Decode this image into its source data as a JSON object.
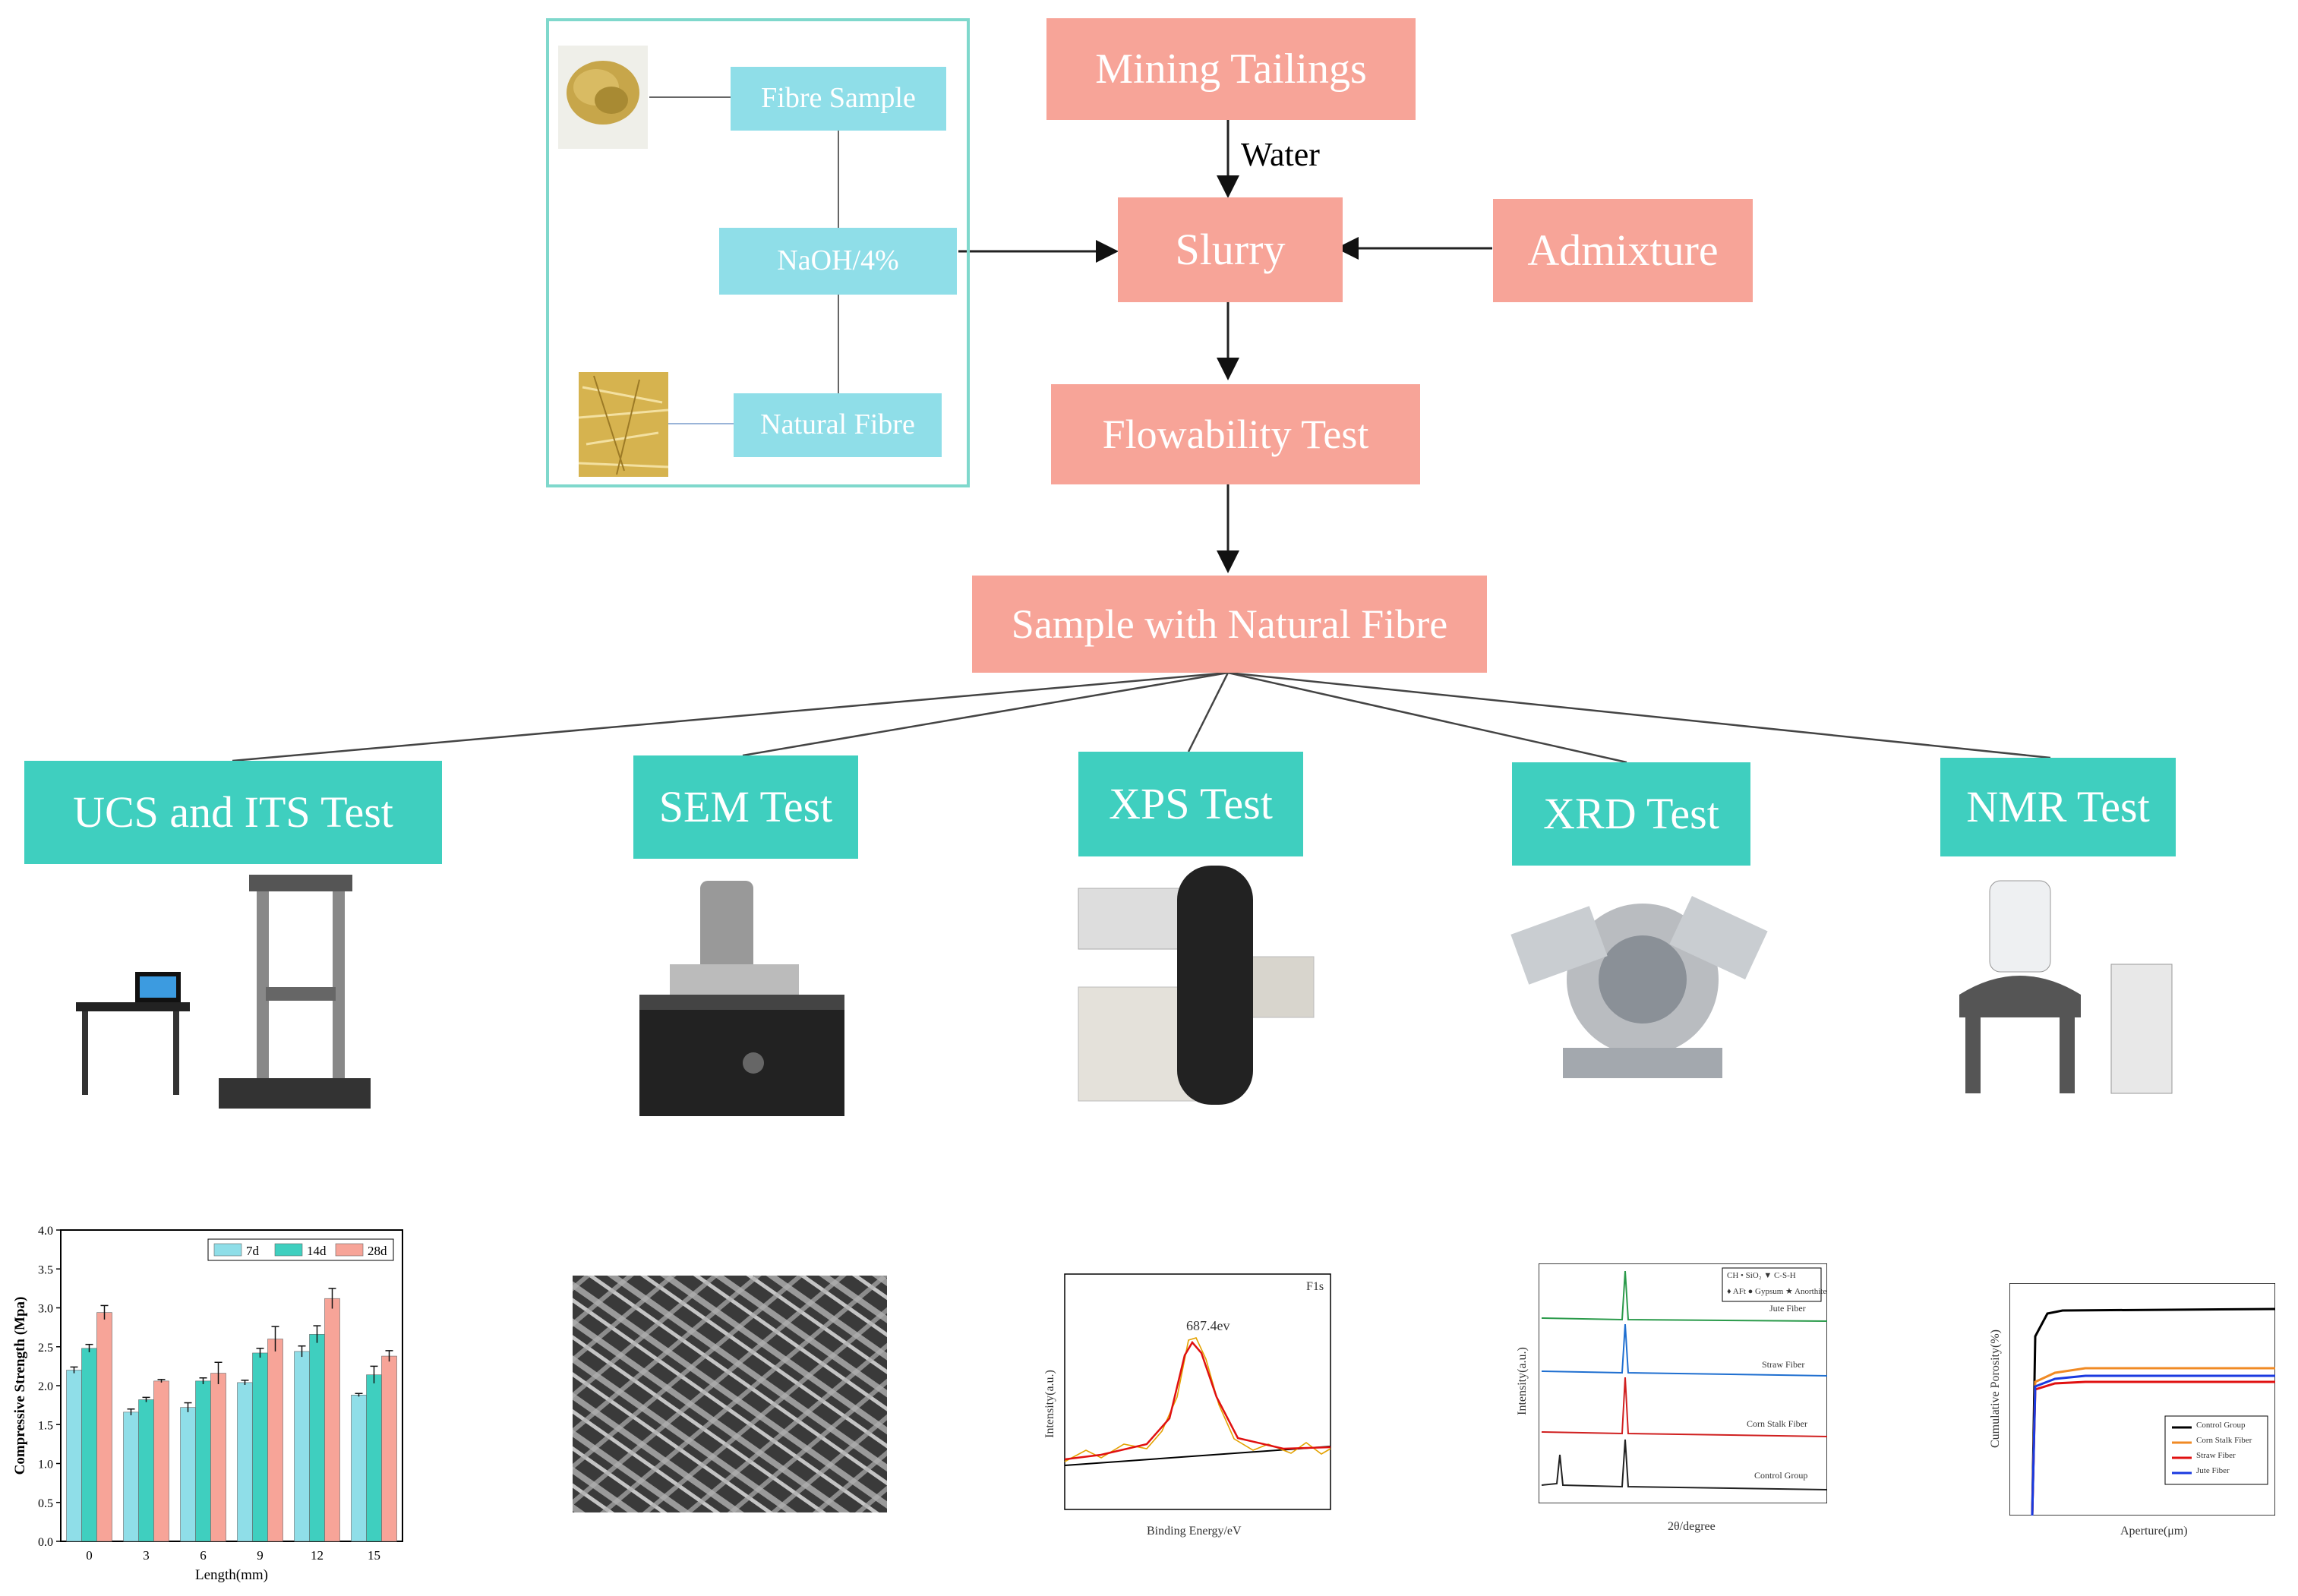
{
  "flow": {
    "mining_tailings": "Mining Tailings",
    "water": "Water",
    "slurry": "Slurry",
    "admixture": "Admixture",
    "flowability": "Flowability Test",
    "sample": "Sample with Natural Fibre"
  },
  "fibre_panel": {
    "fibre_sample": "Fibre Sample",
    "naoh": "NaOH/4%",
    "natural_fibre": "Natural Fibre"
  },
  "tests": [
    {
      "label": "UCS and ITS Test"
    },
    {
      "label": "SEM Test"
    },
    {
      "label": "XPS Test"
    },
    {
      "label": "XRD Test"
    },
    {
      "label": "NMR Test"
    }
  ],
  "colors": {
    "process": "#f7a498",
    "test": "#3fcfbf",
    "fibre_step": "#8fdee8",
    "frame": "#7fd8cc"
  },
  "ucs_chart": {
    "ylabel": "Compressive Strength (Mpa)",
    "xlabel": "Length(mm)",
    "legend": [
      "7d",
      "14d",
      "28d"
    ],
    "colors": [
      "#8fdee8",
      "#3fcfbf",
      "#f7a498"
    ]
  },
  "xps_chart": {
    "title": "F1s",
    "peak": "687.4ev",
    "xlabel": "Binding Energy/eV",
    "ylabel": "Intensity(a.u.)"
  },
  "xrd_chart": {
    "xlabel": "2θ/degree",
    "ylabel": "Intensity(a.u.)",
    "legend_row1": "CH  • SiO₂  ▼ C-S-H",
    "legend_row2": "♦ AFt  ● Gypsum  ★ Anorthite",
    "series": [
      "Jute Fiber",
      "Straw Fiber",
      "Corn Stalk Fiber",
      "Control Group"
    ]
  },
  "nmr_chart": {
    "xlabel": "Aperture(μm)",
    "ylabel": "Cumulative Porosity(%)",
    "series": [
      "Control Group",
      "Corn Stalk Fiber",
      "Straw Fiber",
      "Jute Fiber"
    ]
  },
  "chart_data": {
    "type": "bar",
    "categories": [
      "0",
      "3",
      "6",
      "9",
      "12",
      "15"
    ],
    "series": [
      {
        "name": "7d",
        "values": [
          2.2,
          1.66,
          1.72,
          2.04,
          2.44,
          1.88
        ]
      },
      {
        "name": "14d",
        "values": [
          2.48,
          1.82,
          2.06,
          2.42,
          2.66,
          2.14
        ]
      },
      {
        "name": "28d",
        "values": [
          2.94,
          2.06,
          2.16,
          2.6,
          3.12,
          2.38
        ]
      }
    ],
    "errors": [
      [
        0.04,
        0.04,
        0.06,
        0.03,
        0.07,
        0.02
      ],
      [
        0.05,
        0.03,
        0.04,
        0.06,
        0.11,
        0.11
      ],
      [
        0.09,
        0.02,
        0.14,
        0.16,
        0.13,
        0.07
      ]
    ],
    "ylim": [
      0,
      4.0
    ],
    "yticks": [
      "0.0",
      "0.5",
      "1.0",
      "1.5",
      "2.0",
      "2.5",
      "3.0",
      "3.5",
      "4.0"
    ],
    "xlabel": "Length(mm)",
    "ylabel": "Compressive Strength (Mpa)"
  }
}
